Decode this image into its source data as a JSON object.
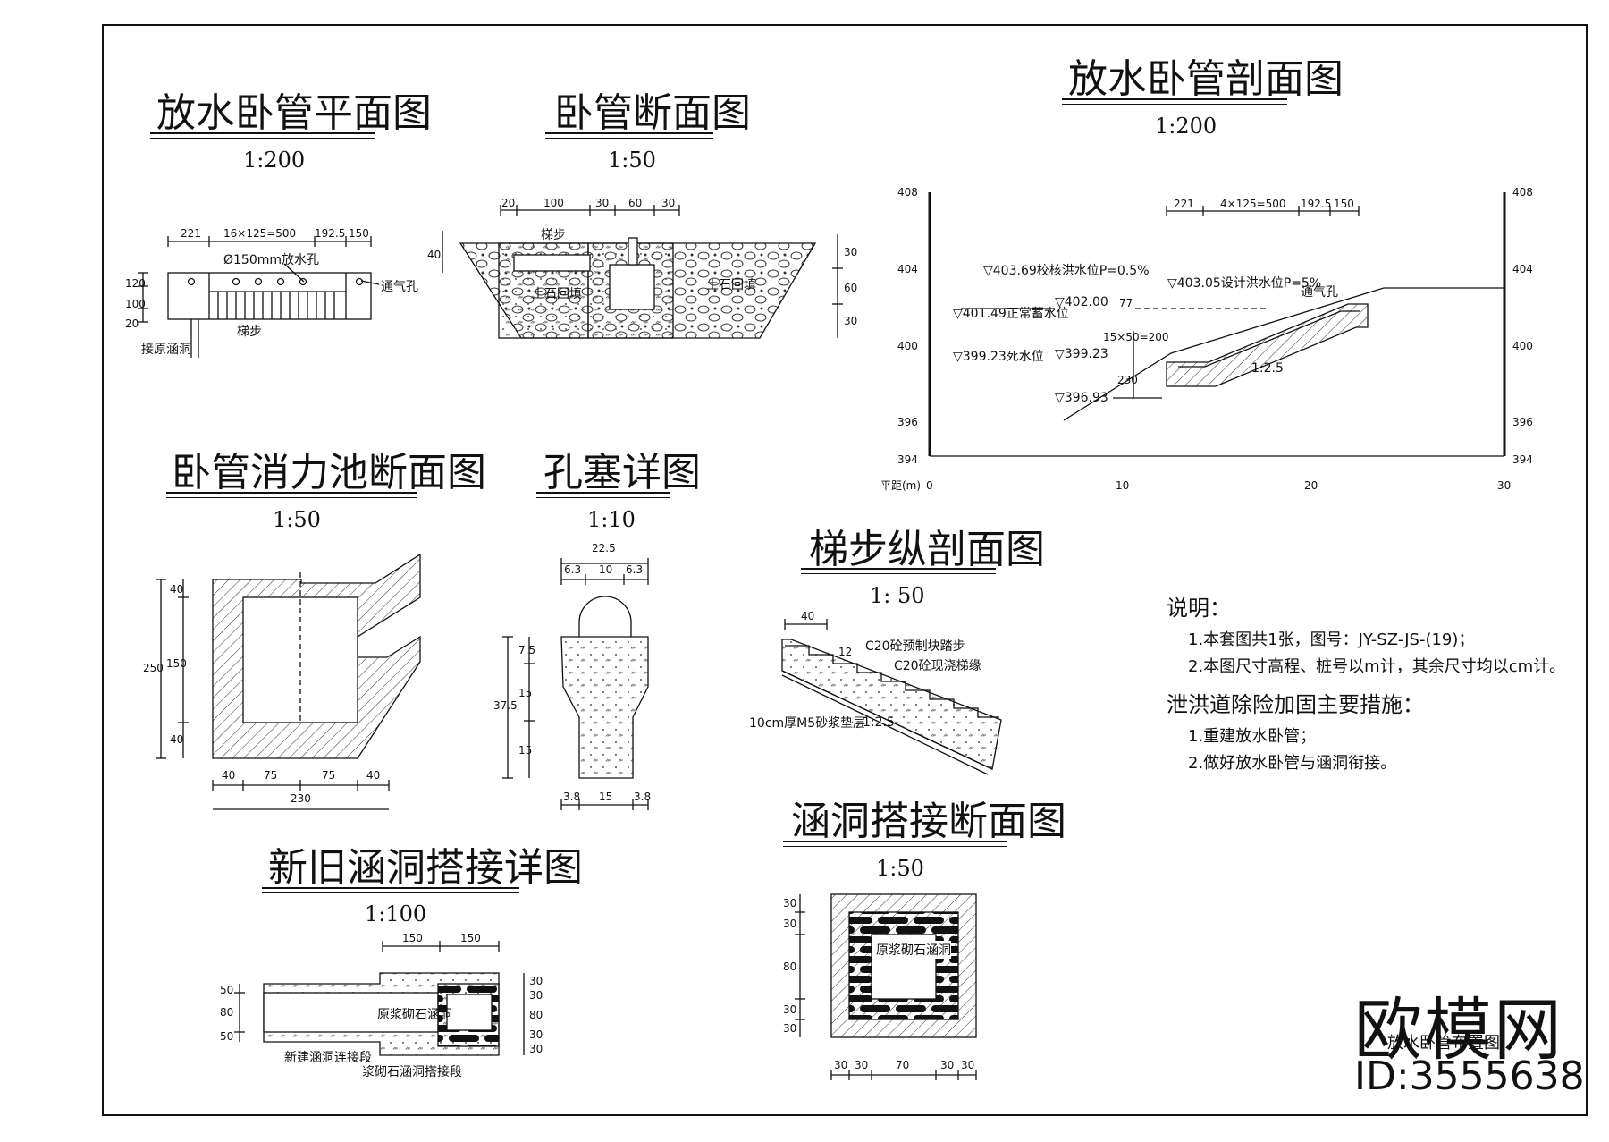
{
  "titles": {
    "plan": "放水卧管平面图",
    "pipe_section": "卧管断面图",
    "profile": "放水卧管剖面图",
    "basin": "卧管消力池断面图",
    "plug": "孔塞详图",
    "step_long": "梯步纵剖面图",
    "culvert_detail": "新旧涵洞搭接详图",
    "culvert_section": "涵洞搭接断面图"
  },
  "scales": {
    "plan": "1:200",
    "pipe_section": "1:50",
    "profile": "1:200",
    "basin": "1:50",
    "plug": "1:10",
    "step_long": "1: 50",
    "culvert_detail": "1:100",
    "culvert_section": "1:50"
  },
  "plan": {
    "dims": [
      "221",
      "16×125=500",
      "192.5",
      "150"
    ],
    "hole_label": "Ø150mm放水孔",
    "vent_label": "通气孔",
    "step_label": "梯步",
    "connect_label": "接原涵洞",
    "left_dims": [
      "20",
      "100",
      "120"
    ]
  },
  "pipe_section": {
    "dims": [
      "20",
      "100",
      "30",
      "60",
      "30"
    ],
    "step_label": "梯步",
    "fill_left": "土石回填",
    "fill_right": "土石回填",
    "left_dim": "40",
    "right_dims": [
      "30",
      "60",
      "30"
    ]
  },
  "profile": {
    "dims": [
      "221",
      "4×125=500",
      "192.5",
      "150"
    ],
    "levels": [
      "▽403.69校核洪水位P=0.5%",
      "▽403.05设计洪水位P=5%",
      "▽401.49正常蓄水位",
      "▽402.00",
      "▽399.23死水位",
      "▽399.23",
      "▽396.93"
    ],
    "vent_label": "通气孔",
    "slope_label": "1:2.5",
    "side_dims": [
      "77",
      "15×50=200",
      "230"
    ],
    "y_ticks": [
      "408",
      "404",
      "400",
      "396",
      "394"
    ],
    "x_ticks": [
      "0",
      "10",
      "20",
      "30"
    ],
    "x_label": "平距(m)"
  },
  "basin": {
    "left_dims": [
      "250",
      "40",
      "150",
      "40"
    ],
    "bottom_dims": [
      "40",
      "75",
      "75",
      "40"
    ],
    "total": "230"
  },
  "plug": {
    "top_total": "22.5",
    "top_dims": [
      "6.3",
      "10",
      "6.3"
    ],
    "left_total": "37.5",
    "left_dims": [
      "7.5",
      "15",
      "15"
    ],
    "bottom_dims": [
      "3.8",
      "15",
      "3.8"
    ]
  },
  "step_long": {
    "top_dim": "40",
    "side_dim": "12",
    "label1": "C20砼预制块踏步",
    "label2": "C20砼现浇梯缘",
    "label3": "10cm厚M5砂浆垫层",
    "slope": "1:2.5"
  },
  "culvert_detail": {
    "top_dims": [
      "150",
      "150"
    ],
    "left_dims": [
      "50",
      "80",
      "50"
    ],
    "right_dims": [
      "30",
      "30",
      "80",
      "30",
      "30"
    ],
    "label_old": "原浆砌石涵洞",
    "label_new": "新建涵洞连接段",
    "label_join": "浆砌石涵洞搭接段"
  },
  "culvert_section": {
    "left_dims": [
      "30",
      "30",
      "80",
      "30",
      "30"
    ],
    "bottom_dims": [
      "30",
      "30",
      "70",
      "30",
      "30"
    ],
    "label": "原浆砌石涵洞"
  },
  "notes": {
    "heading": "说明：",
    "items": [
      "1.本套图共1张，图号：JY-SZ-JS-(19)；",
      "2.本图尺寸高程、桩号以m计，其余尺寸均以cm计。"
    ],
    "measures_heading": "泄洪道除险加固主要措施：",
    "measures": [
      "1.重建放水卧管；",
      "2.做好放水卧管与涵洞衔接。"
    ]
  },
  "brand": {
    "logo": "欧模网",
    "id": "ID:3555638",
    "caption": "放水卧管布置图"
  }
}
